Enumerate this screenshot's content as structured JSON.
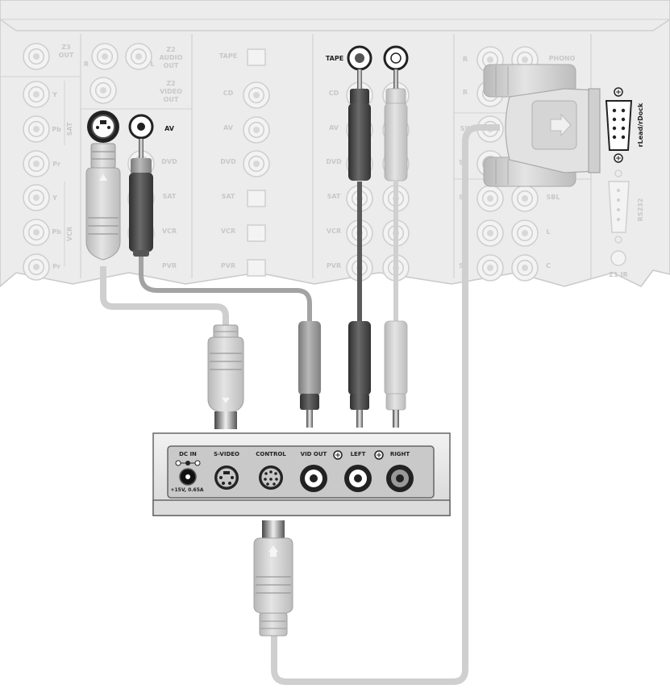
{
  "receiver": {
    "zone3_out": [
      "Z3",
      "OUT"
    ],
    "zone2_audio_out": [
      "Z2",
      "AUDIO",
      "OUT"
    ],
    "zone2_video_out": [
      "Z2",
      "VIDEO",
      "OUT"
    ],
    "channel_r": "R",
    "channel_l": "L",
    "component_sat": {
      "group": "SAT",
      "jacks": [
        "Y",
        "Pb",
        "Pr"
      ]
    },
    "component_vcr": {
      "group": "VCR",
      "jacks": [
        "Y",
        "Pb",
        "Pr"
      ]
    },
    "av_label": "AV",
    "video_inputs": [
      "DVD",
      "SAT",
      "VCR",
      "PVR"
    ],
    "optical_labels": [
      "TAPE",
      "CD",
      "AV",
      "DVD",
      "SAT",
      "VCR",
      "PVR"
    ],
    "tape_label": "TAPE",
    "audio_inputs": [
      "CD",
      "AV",
      "DVD",
      "SAT",
      "VCR",
      "PVR"
    ],
    "phono_label": "PHONO",
    "right_r_labels": [
      "R",
      "R"
    ],
    "sw_labels": [
      "SW",
      "S",
      "S",
      "S"
    ],
    "speaker_labels": [
      "SBL",
      "L",
      "C"
    ],
    "rs232_label": "RS232",
    "z1ir_label": "Z1 IR",
    "rlead_label": "rLead/rDock"
  },
  "dock_box": {
    "dc_in": "DC IN",
    "dc_spec": "+15V, 0.65A",
    "s_video": "S-VIDEO",
    "control": "CONTROL",
    "vid_out": "VID OUT",
    "left": "LEFT",
    "right": "RIGHT"
  },
  "colors": {
    "panel": "#ececec",
    "cable_light": "#d2d2d2",
    "cable_dark": "#555555",
    "cable_mid": "#a5a5a5"
  }
}
